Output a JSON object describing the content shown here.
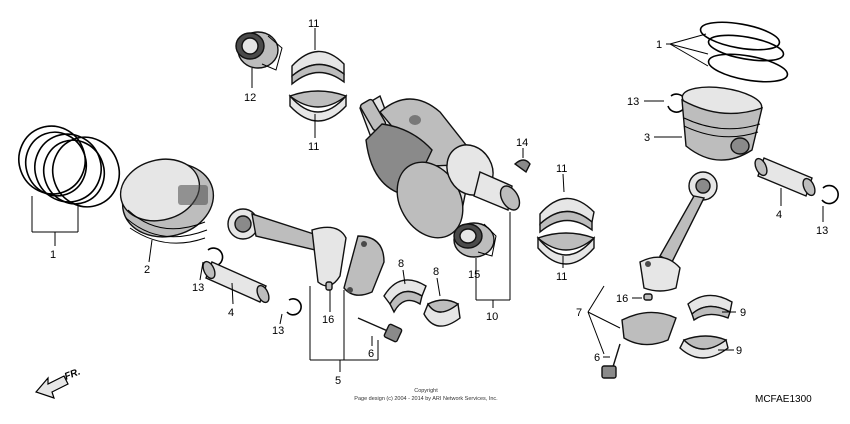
{
  "callouts": {
    "c1_left": "1",
    "c1_right": "1",
    "c2": "2",
    "c3": "3",
    "c4_left": "4",
    "c4_right": "4",
    "c5": "5",
    "c6_left": "6",
    "c6_right": "6",
    "c7": "7",
    "c8_a": "8",
    "c8_b": "8",
    "c9_a": "9",
    "c9_b": "9",
    "c10": "10",
    "c11_top": "11",
    "c11_mid": "11",
    "c11_right_top": "11",
    "c11_right_bottom": "11",
    "c12": "12",
    "c13_left_a": "13",
    "c13_left_b": "13",
    "c13_right_top": "13",
    "c13_right": "13",
    "c14": "14",
    "c15": "15",
    "c16_left": "16",
    "c16_right": "16"
  },
  "footer": {
    "copyright_line1": "Copyright",
    "copyright_line2": "Page design (c) 2004 - 2014 by ARI Network Services, Inc."
  },
  "diagram_code": "MCFAE1300",
  "direction_label": "FR."
}
